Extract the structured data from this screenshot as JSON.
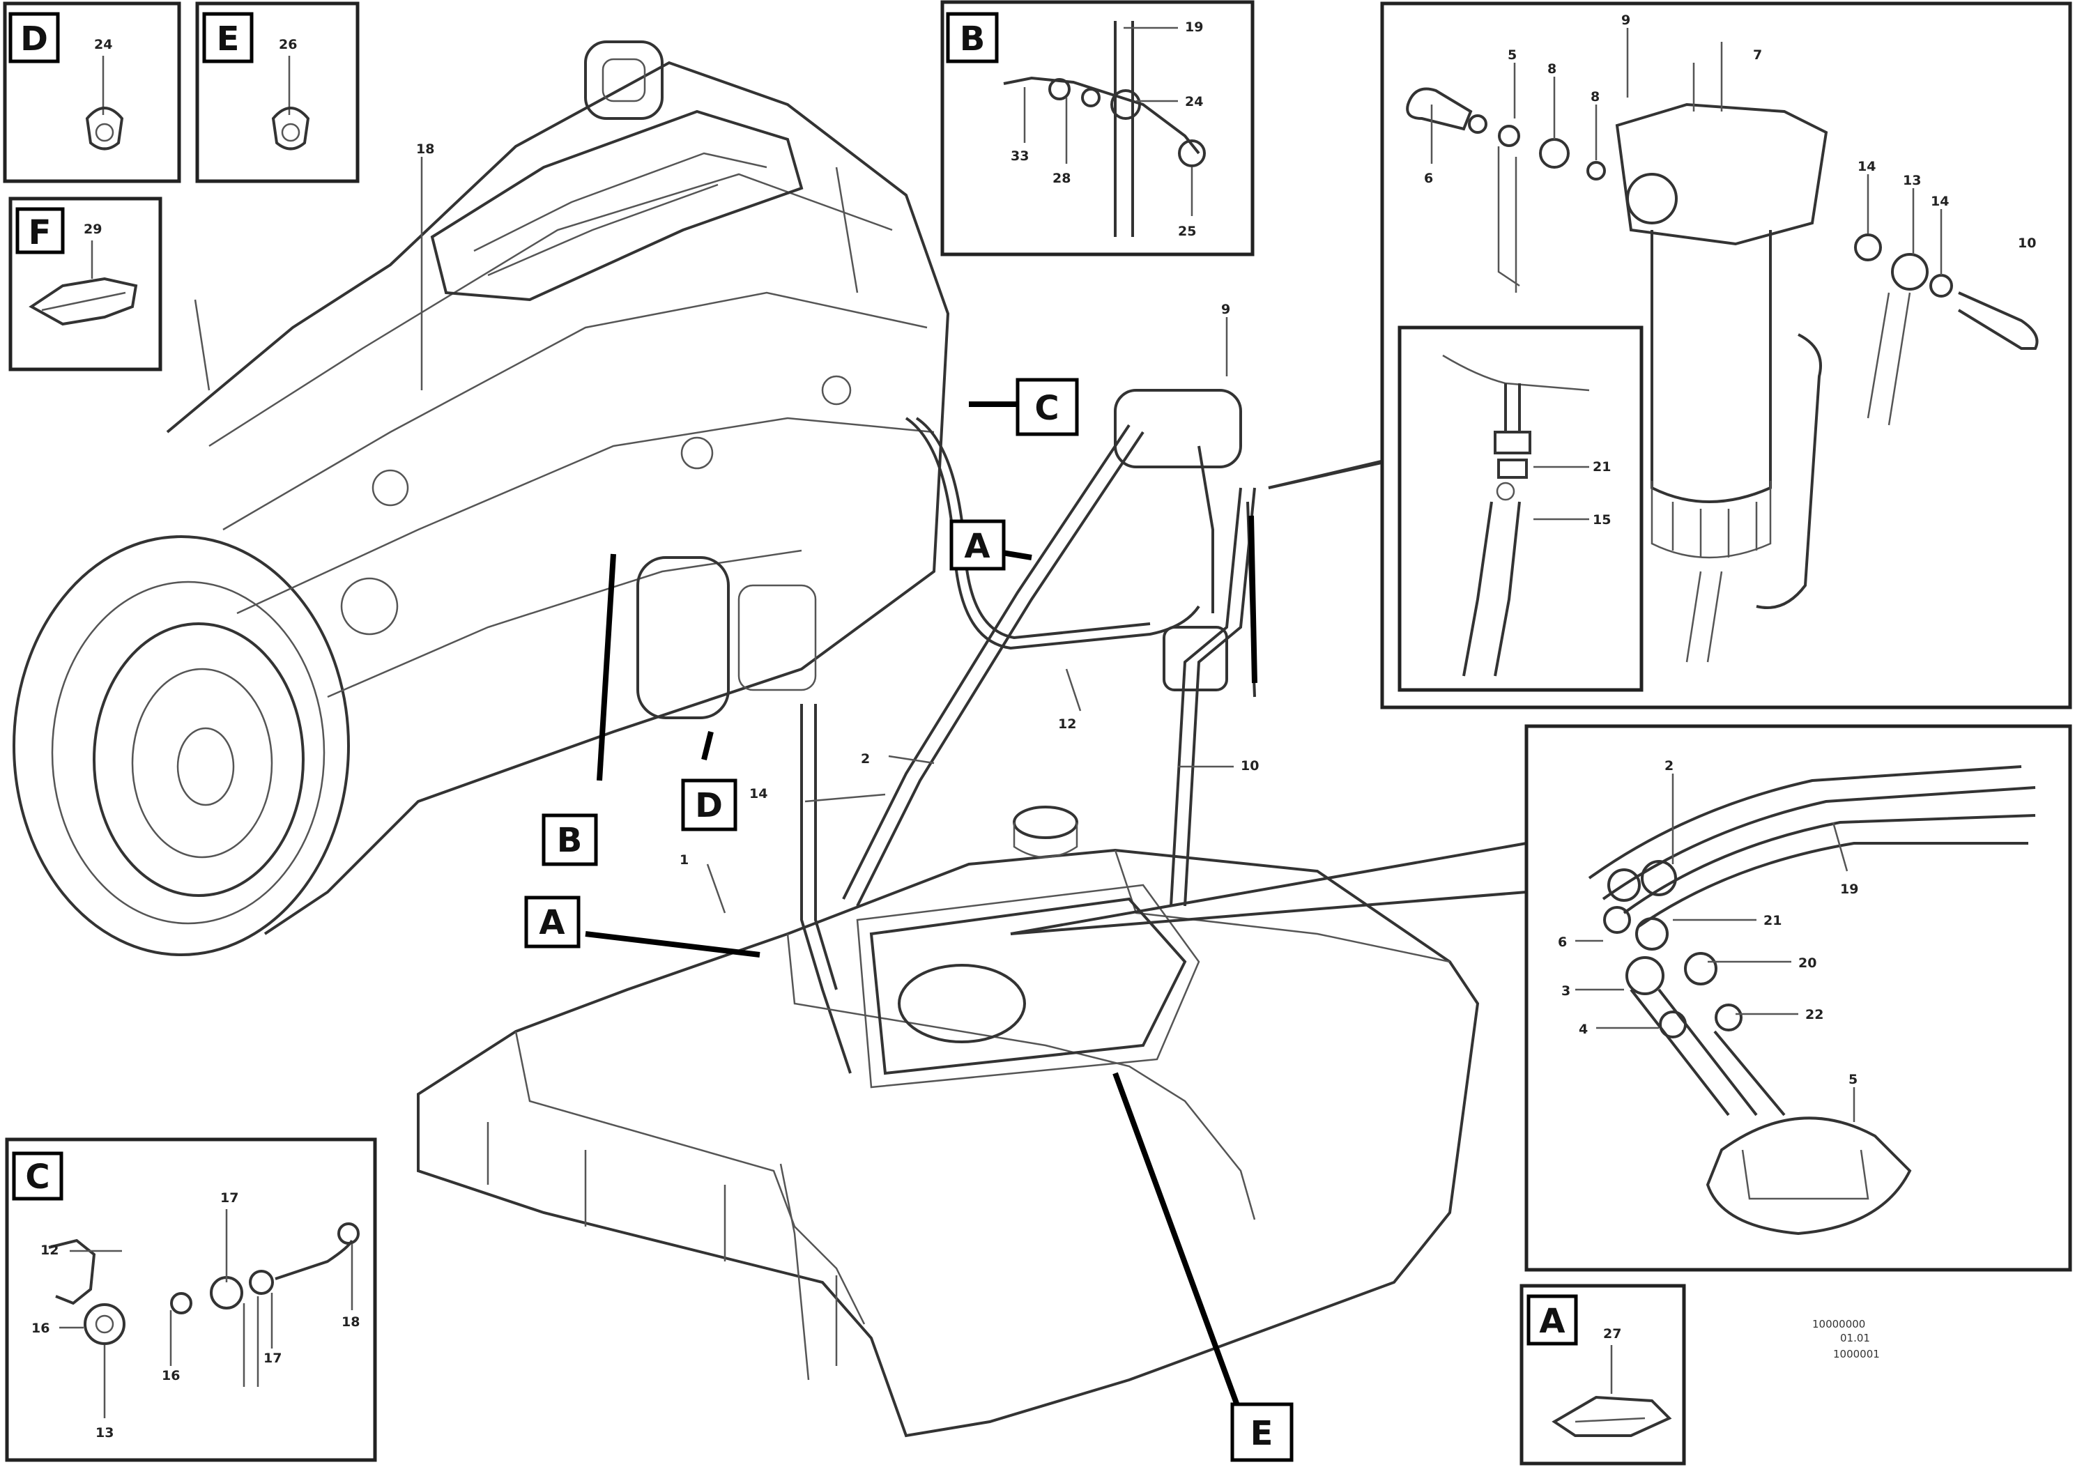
{
  "frames": {
    "D": {
      "letter": "D",
      "parts": [
        "24"
      ]
    },
    "E": {
      "letter": "E",
      "parts": [
        "26"
      ]
    },
    "F": {
      "letter": "F",
      "parts": [
        "29"
      ]
    },
    "B": {
      "letter": "B",
      "parts": [
        "19",
        "24",
        "33",
        "28",
        "25"
      ]
    },
    "C": {
      "letter": "C",
      "parts": [
        "17",
        "12",
        "16",
        "16",
        "17",
        "18",
        "13"
      ]
    },
    "A": {
      "letter": "A",
      "parts": [
        "27"
      ]
    }
  },
  "callouts": {
    "main_C": "C",
    "main_A_right": "A",
    "main_A_left": "A",
    "main_B": "B",
    "main_D": "D",
    "main_E": "E"
  },
  "main_parts": [
    "18",
    "9",
    "12",
    "2",
    "10",
    "14",
    "1"
  ],
  "filter_detail": [
    "6",
    "5",
    "8",
    "9",
    "8",
    "7",
    "14",
    "13",
    "14",
    "10",
    "21",
    "15"
  ],
  "tank_detail": [
    "2",
    "19",
    "6",
    "21",
    "3",
    "20",
    "4",
    "22",
    "5"
  ],
  "doc_code": [
    "10000000",
    "01.01",
    "1000001"
  ]
}
